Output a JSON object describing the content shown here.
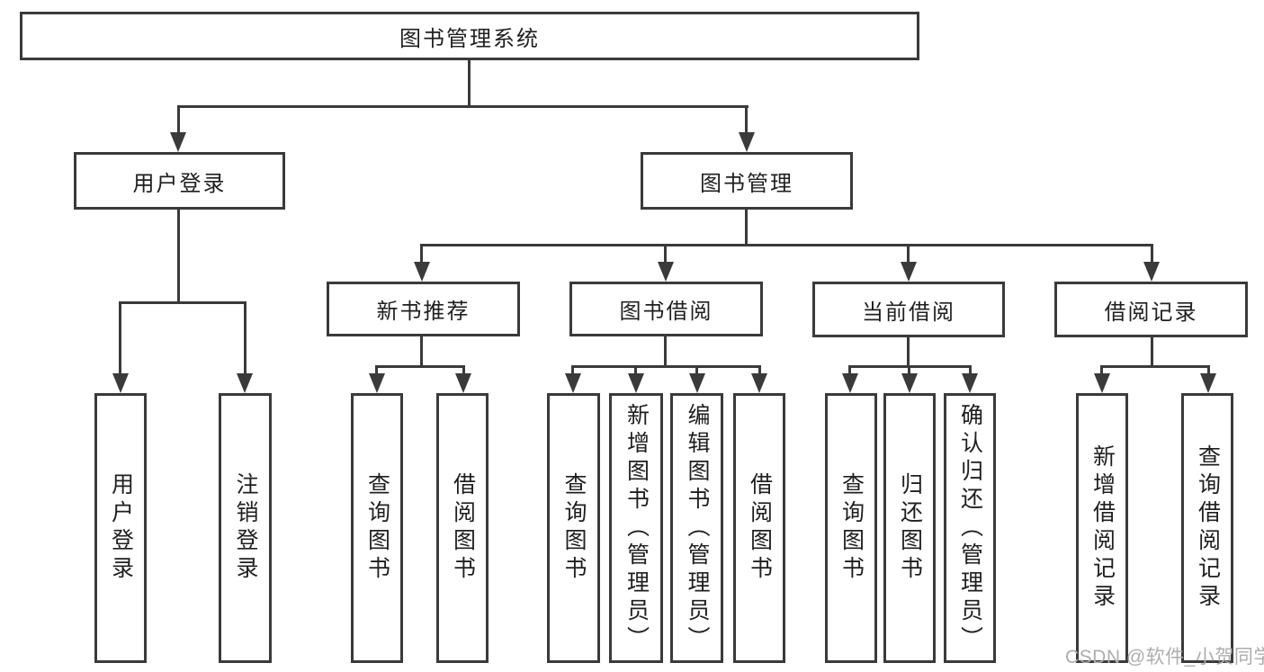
{
  "tree": {
    "root": {
      "label": "图书管理系统",
      "children": [
        {
          "label": "用户登录",
          "children": [
            {
              "label": "用户登录"
            },
            {
              "label": "注销登录"
            }
          ]
        },
        {
          "label": "图书管理",
          "children": [
            {
              "label": "新书推荐",
              "children": [
                {
                  "label": "查询图书"
                },
                {
                  "label": "借阅图书"
                }
              ]
            },
            {
              "label": "图书借阅",
              "children": [
                {
                  "label": "查询图书"
                },
                {
                  "label": "新增图书（管理员）"
                },
                {
                  "label": "编辑图书（管理员）"
                },
                {
                  "label": "借阅图书"
                }
              ]
            },
            {
              "label": "当前借阅",
              "children": [
                {
                  "label": "查询图书"
                },
                {
                  "label": "归还图书"
                },
                {
                  "label": "确认归还（管理员）"
                }
              ]
            },
            {
              "label": "借阅记录",
              "children": [
                {
                  "label": "新增借阅记录"
                },
                {
                  "label": "查询借阅记录"
                }
              ]
            }
          ]
        }
      ]
    }
  },
  "watermark": {
    "text": "CSDN @软件_小贺同学"
  },
  "colors": {
    "line": "#3a3a3a",
    "text": "#1f1f1f",
    "watermark": "#adadad",
    "background": "#ffffff"
  }
}
